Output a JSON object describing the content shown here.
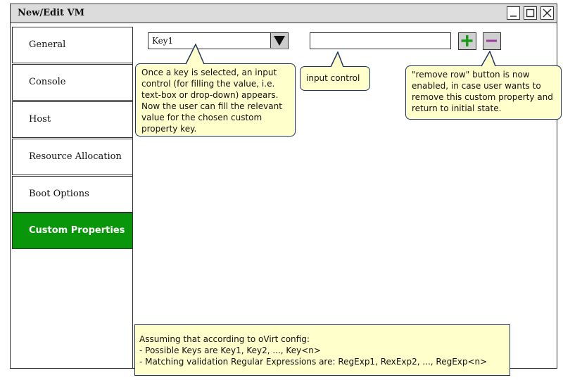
{
  "window": {
    "title": "New/Edit VM",
    "controls": [
      "minimize-icon",
      "maximize-icon",
      "close-icon"
    ]
  },
  "sidebar": {
    "items": [
      {
        "label": "General"
      },
      {
        "label": "Console"
      },
      {
        "label": "Host"
      },
      {
        "label": "Resource Allocation"
      },
      {
        "label": "Boot Options"
      },
      {
        "label": "Custom Properties",
        "active": true
      }
    ]
  },
  "property_row": {
    "key_select_value": "Key1",
    "value_input": "",
    "add_icon": "plus-icon",
    "remove_icon": "minus-icon"
  },
  "callouts": {
    "key_select": "Once a key is selected, an input control (for filling the value, i.e. text-box or drop-down) appears. Now the user can fill the relevant value for the chosen custom property key.",
    "input_control": "input control",
    "remove_row": "\"remove row\" button is now enabled, in case user wants to remove this custom property and return to initial state."
  },
  "config_note": {
    "line1": "Assuming that according to oVirt config:",
    "line2": "- Possible Keys are Key1, Key2, ..., Key<n>",
    "line3": "- Matching validation Regular Expressions are: RegExp1, RexExp2, ..., RegExp<n>"
  },
  "colors": {
    "active_tab": "#0a960a",
    "add_icon": "#1a9a1a",
    "remove_icon": "#9b3aa0",
    "callout_bg": "#ffffcc",
    "callout_border": "#1e3464"
  }
}
